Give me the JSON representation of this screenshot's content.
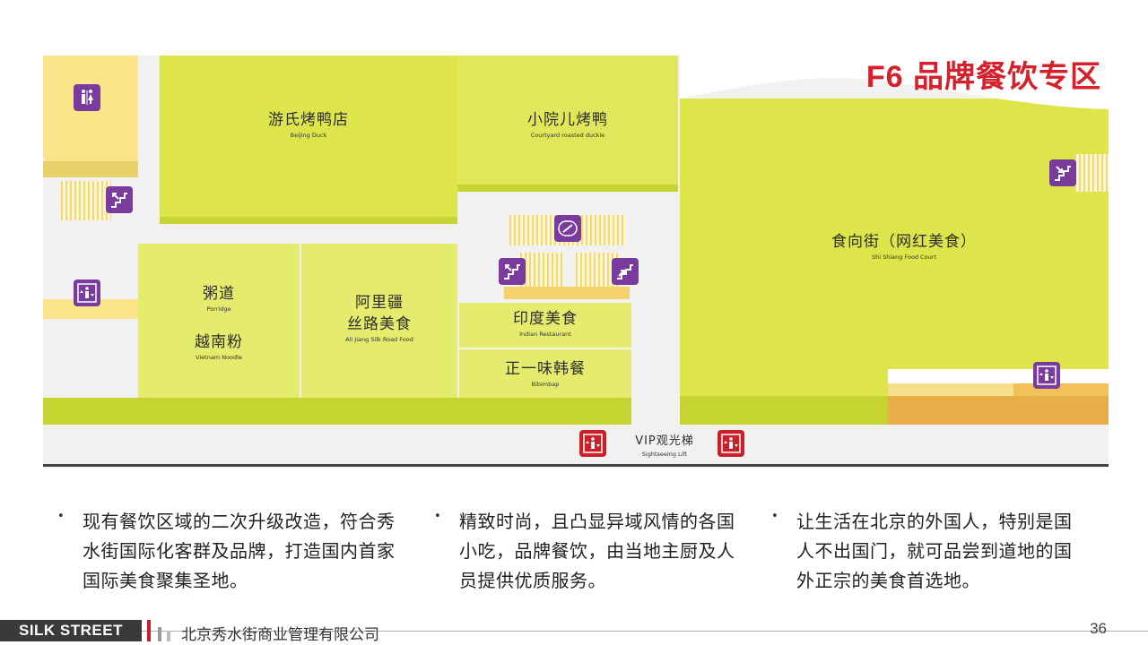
{
  "title": "F6 品牌餐饮专区",
  "colors": {
    "accent": "#d6212c",
    "zone_fill": "#dde54a",
    "icon_purple": "#7a3c9c",
    "icon_red": "#c9202a"
  },
  "map": {
    "shops": [
      {
        "zh": "游氏烤鸭店",
        "en": "Beijing Duck"
      },
      {
        "zh": "小院儿烤鸭",
        "en": "Courtyard roasted duckie"
      },
      {
        "zh": "食向街（网红美食）",
        "en": "Shi Shiang Food Court"
      },
      {
        "zh": "粥道",
        "en": "Porridge"
      },
      {
        "zh": "越南粉",
        "en": "Vietnam Noodle"
      },
      {
        "zh": "阿里疆",
        "zh2": "丝路美食",
        "en": "Ali Jiang Silk Road Food"
      },
      {
        "zh": "印度美食",
        "en": "Indian Restaurant"
      },
      {
        "zh": "正一味韩餐",
        "en": "Bibimbap"
      }
    ],
    "vip_lift": {
      "zh": "VIP观光梯",
      "en": "Sightseeing Lift"
    },
    "icons": {
      "restroom": "restroom-icon",
      "escalator": "escalator-icon",
      "escalator_up": "escalator-up-icon",
      "escalator_down": "escalator-down-icon",
      "elevator": "elevator-icon"
    }
  },
  "bullets": [
    "现有餐饮区域的二次升级改造，符合秀水街国际化客群及品牌，打造国内首家国际美食聚集圣地。",
    "精致时尚，且凸显异域风情的各国小吃，品牌餐饮，由当地主厨及人员提供优质服务。",
    "让生活在北京的外国人，特别是国人不出国门，就可品尝到道地的国外正宗的美食首选地。"
  ],
  "bullet_marker": "•",
  "footer": {
    "brand": "SILK STREET",
    "company": "北京秀水街商业管理有限公司",
    "page": "36"
  }
}
